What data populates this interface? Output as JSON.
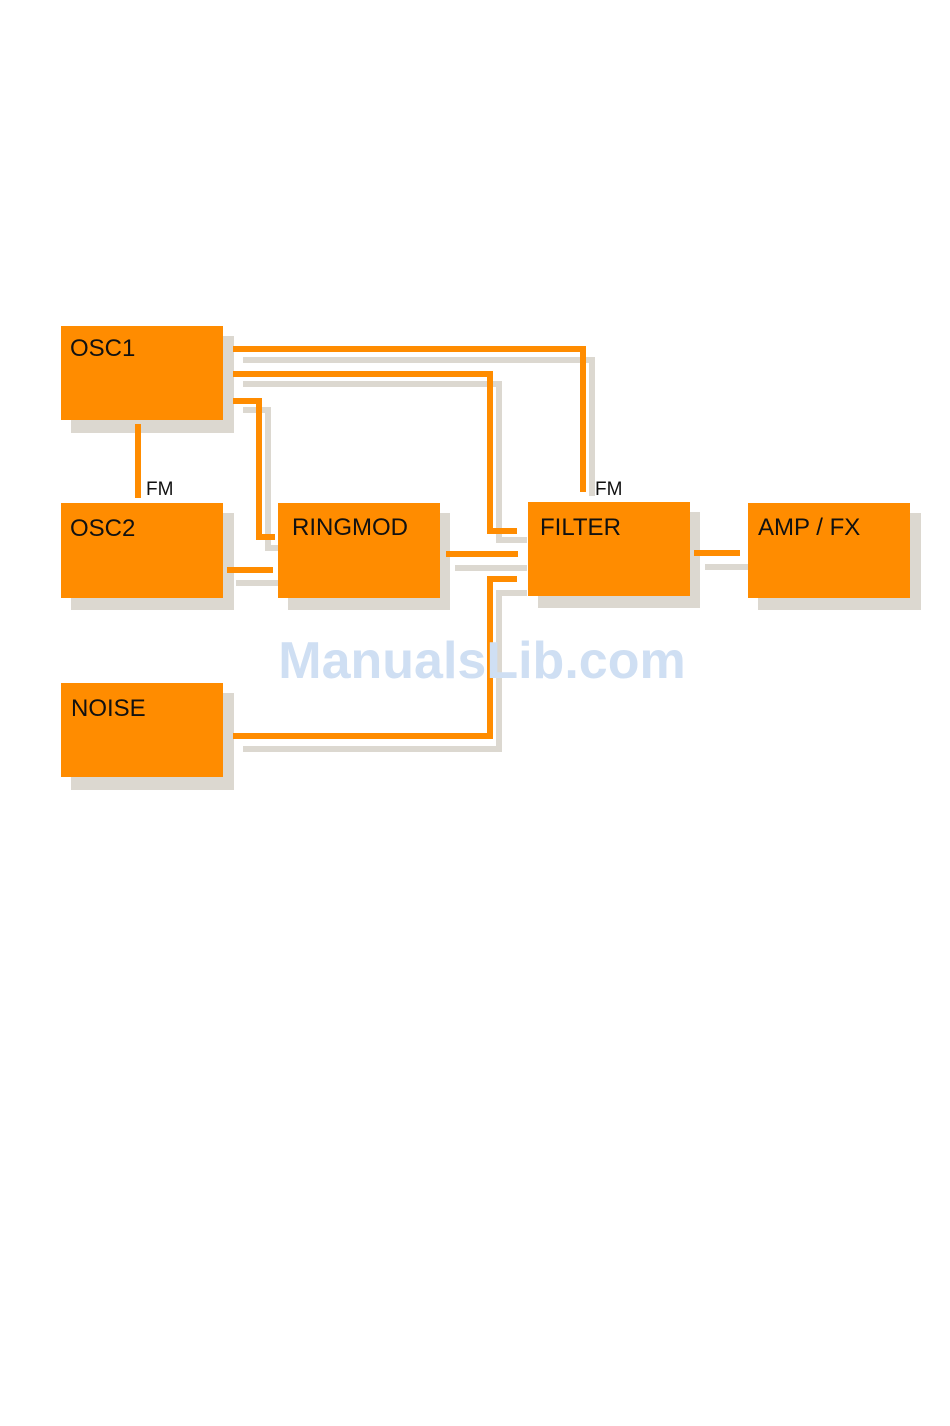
{
  "colors": {
    "block": "#ff8c00",
    "shadow": "#dcd8d0",
    "wire": "#ff8c00",
    "text": "#111111",
    "watermark": "#cfdff3"
  },
  "blocks": {
    "osc1": "OSC1",
    "osc2": "OSC2",
    "ringmod": "RINGMOD",
    "filter": "FILTER",
    "ampfx": "AMP / FX",
    "noise": "NOISE"
  },
  "labels": {
    "fm_osc": "FM",
    "fm_filter": "FM"
  },
  "watermark": "ManualsLib.com"
}
